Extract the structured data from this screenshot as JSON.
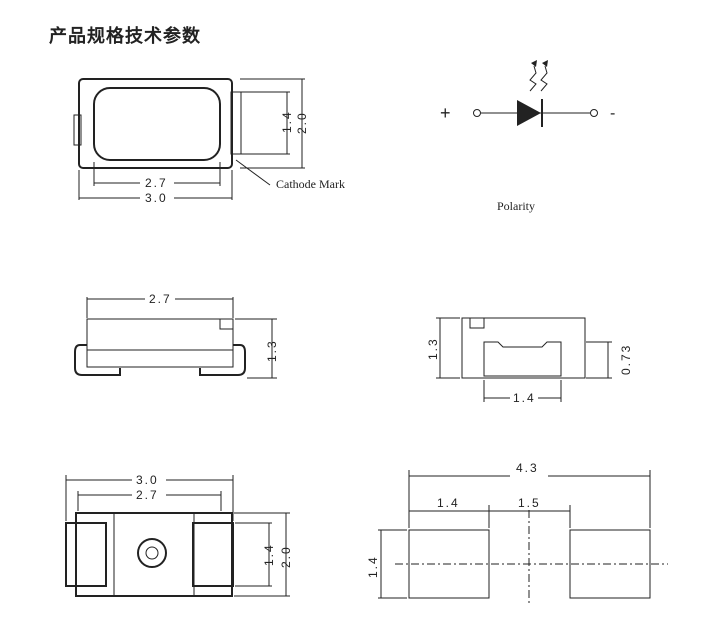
{
  "title": "产品规格技术参数",
  "top_view": {
    "dims": {
      "length_inner": "2.7",
      "length_outer": "3.0",
      "height_inner": "1.4",
      "height_outer": "2.0"
    },
    "cathode_label": "Cathode Mark"
  },
  "polarity": {
    "plus": "+",
    "minus": "-",
    "label": "Polarity"
  },
  "side_view": {
    "length": "2.7",
    "height": "1.3"
  },
  "end_view": {
    "height": "1.3",
    "lead_height": "0.73",
    "lead_width": "1.4"
  },
  "bottom_view": {
    "outer": "3.0",
    "inner": "2.7",
    "pad_inner": "1.4",
    "pad_outer": "2.0"
  },
  "footprint": {
    "total": "4.3",
    "pad": "1.4",
    "gap": "1.5",
    "pad_height": "1.4"
  }
}
